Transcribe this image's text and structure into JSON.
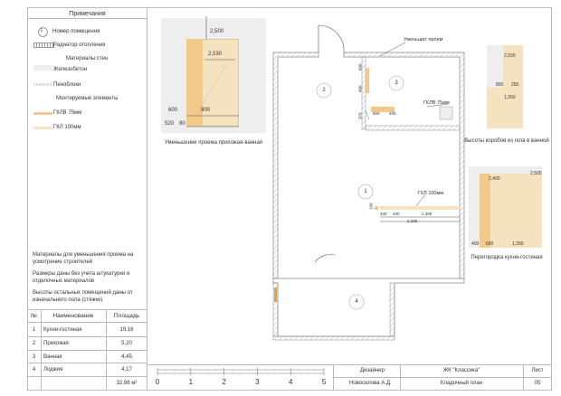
{
  "legend": {
    "title": "Примечания",
    "room_number": "Номер помещения",
    "radiator": "Радиатор отопления",
    "wall_materials": "Материалы стен",
    "concrete": "Железобетон",
    "foam_block": "Пеноблоки",
    "mounted": "Монтируемые элементы",
    "gklv": "ГКЛВ 75мм",
    "gkl": "ГКЛ 100мм",
    "badge": "1"
  },
  "notes": {
    "n1a": "Материалы для уменьшения проема на",
    "n1b": "усмотрение строителей",
    "n2a": "Размеры даны без учета штукатурки и",
    "n2b": "отделочных материалов",
    "n3a": "Высоты остальных помещений даны от",
    "n3b": "изначального пола (стяжки)"
  },
  "table": {
    "headers": [
      "№",
      "Наименование",
      "Площадь"
    ],
    "rows": [
      {
        "num": "1",
        "name": "Кухня-гостиная",
        "area": "19,16"
      },
      {
        "num": "2",
        "name": "Прихожая",
        "area": "5,20"
      },
      {
        "num": "3",
        "name": "Ванная",
        "area": "4,45"
      },
      {
        "num": "4",
        "name": "Лоджия",
        "area": "4,17"
      }
    ],
    "total": "32,98 м²"
  },
  "doorway": {
    "caption": "Уменьшение проема прихожая-ванная",
    "d2500": "2,500",
    "d2030": "2,030",
    "d600": "600",
    "d800": "800",
    "d520": "520",
    "d80": "80"
  },
  "plan": {
    "room1": "1",
    "room2": "2",
    "room3": "3",
    "room4": "4",
    "reduced_opening": "Уменьшит проем",
    "gklv_label": "ГКЛВ 75мм",
    "gkl_label": "ГКЛ 100мм",
    "d600": "600",
    "d400": "400",
    "d370": "370",
    "d600b": "600",
    "d400a": "400",
    "d400b": "400",
    "d1390": "1,390",
    "d2190": "2,190",
    "d160": "160"
  },
  "boxes": {
    "caption": "Высоты коробов из гкла в ванной",
    "d2500": "2,500",
    "d800": "800",
    "d250": "250",
    "d1350": "1,350"
  },
  "partition": {
    "caption": "Перегородка кухня-гостиная",
    "d2500": "2,500",
    "d2400": "2,400",
    "d400": "400",
    "d600": "600",
    "d1390": "1,390"
  },
  "scale": {
    "ticks": [
      "0",
      "1",
      "2",
      "3",
      "4",
      "5"
    ]
  },
  "stamp": {
    "designer_label": "Дизайнер:",
    "designer_name": "Новоселова А.Д.",
    "project": "ЖК \"Классика\"",
    "sheet_title": "Кладочный план",
    "sheet_label": "Лист",
    "sheet_number": "05"
  },
  "colors": {
    "gklv": "#f2c98a",
    "gkl": "#f5e3bf",
    "concrete": "#eeeeee",
    "foam": "#f5f5f5",
    "accent": "#f0a030"
  }
}
